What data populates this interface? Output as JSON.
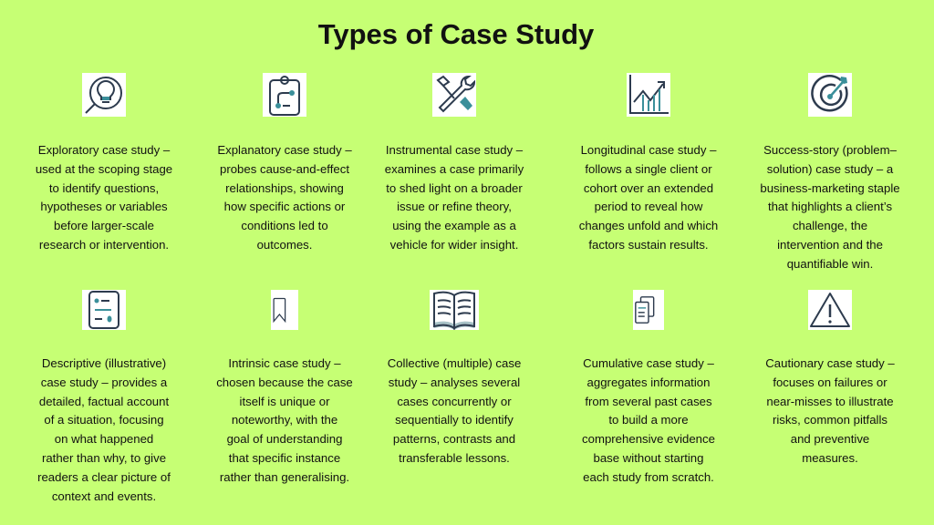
{
  "title": "Types of Case Study",
  "cards": [
    {
      "icon": "lightbulb-icon",
      "text": "Exploratory case study –\nused at the scoping stage\nto identify questions,\nhypotheses or variables\nbefore larger-scale\nresearch or intervention."
    },
    {
      "icon": "clipboard-flow-icon",
      "text": "Explanatory case study –\nprobes cause-and-effect\nrelationships, showing\nhow specific actions or\nconditions led to\noutcomes."
    },
    {
      "icon": "tools-icon",
      "text": "Instrumental case study –\nexamines a case primarily\nto shed light on a broader\nissue or refine theory,\nusing the example as a\nvehicle for wider insight."
    },
    {
      "icon": "growth-chart-icon",
      "text": "Longitudinal case study –\nfollows a single client or\ncohort over an extended\nperiod to reveal how\nchanges unfold and which\nfactors sustain results."
    },
    {
      "icon": "target-icon",
      "text": "Success-story (problem–\nsolution) case study – a\nbusiness-marketing staple\nthat highlights a client’s\nchallenge, the\nintervention and the\nquantifiable win."
    },
    {
      "icon": "checklist-icon",
      "text": "Descriptive (illustrative)\ncase study – provides a\ndetailed, factual account\nof a situation, focusing\non what happened\nrather than why, to give\nreaders a clear picture of\ncontext and events."
    },
    {
      "icon": "bookmark-icon",
      "text": "Intrinsic case study –\nchosen because the case\nitself is unique or\nnoteworthy, with the\ngoal of understanding\nthat specific instance\nrather than generalising."
    },
    {
      "icon": "open-book-icon",
      "text": "Collective (multiple) case\nstudy – analyses several\ncases concurrently or\nsequentially to identify\npatterns, contrasts and\ntransferable lessons."
    },
    {
      "icon": "documents-icon",
      "text": "Cumulative case study –\naggregates information\nfrom several past cases\nto build a more\ncomprehensive evidence\nbase without starting\neach study from scratch."
    },
    {
      "icon": "warning-icon",
      "text": "Cautionary case study –\nfocuses on failures or\nnear-misses to illustrate\nrisks, common pitfalls\nand preventive\nmeasures."
    }
  ]
}
